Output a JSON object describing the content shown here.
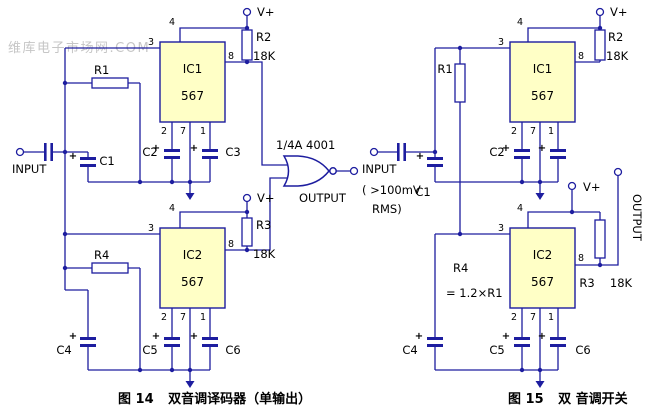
{
  "colors": {
    "background": "#ffffff",
    "wire": "#1d1d9f",
    "ic_fill": "#ffffc6",
    "text": "#000000",
    "watermark": "#c6c6c6"
  },
  "watermark": "维库电子市场网.COM",
  "symbols": {
    "plus": "+",
    "vplus": "V+"
  },
  "pins": {
    "p1": "1",
    "p2": "2",
    "p3": "3",
    "p4": "4",
    "p7": "7",
    "p8": "8"
  },
  "fig14": {
    "caption_no": "图 14",
    "caption_text": "双音调译码器（单输出）",
    "input_label": "INPUT",
    "output_label": "OUTPUT",
    "gate_label": "1/4A 4001",
    "ic1_name": "IC1",
    "ic1_part": "567",
    "ic2_name": "IC2",
    "ic2_part": "567",
    "r1": "R1",
    "r2": "R2",
    "r2_value": "18K",
    "r3": "R3",
    "r3_value": "18K",
    "r4": "R4",
    "c1": "C1",
    "c2": "C2",
    "c3": "C3",
    "c4": "C4",
    "c5": "C5",
    "c6": "C6"
  },
  "fig15": {
    "caption_no": "图 15",
    "caption_text": "双 音调开关",
    "input_label": "INPUT",
    "input_note1": "( >100mV",
    "input_note2": "RMS)",
    "output_label": "OUTPUT",
    "ic1_name": "IC1",
    "ic1_part": "567",
    "ic2_name": "IC2",
    "ic2_part": "567",
    "r1": "R1",
    "r2": "R2",
    "r2_value": "18K",
    "r3": "R3",
    "r3_value": "18K",
    "r4": "R4",
    "r4_note": "= 1.2×R1",
    "c1": "C1",
    "c2": "C2",
    "c4": "C4",
    "c5": "C5",
    "c6": "C6"
  }
}
